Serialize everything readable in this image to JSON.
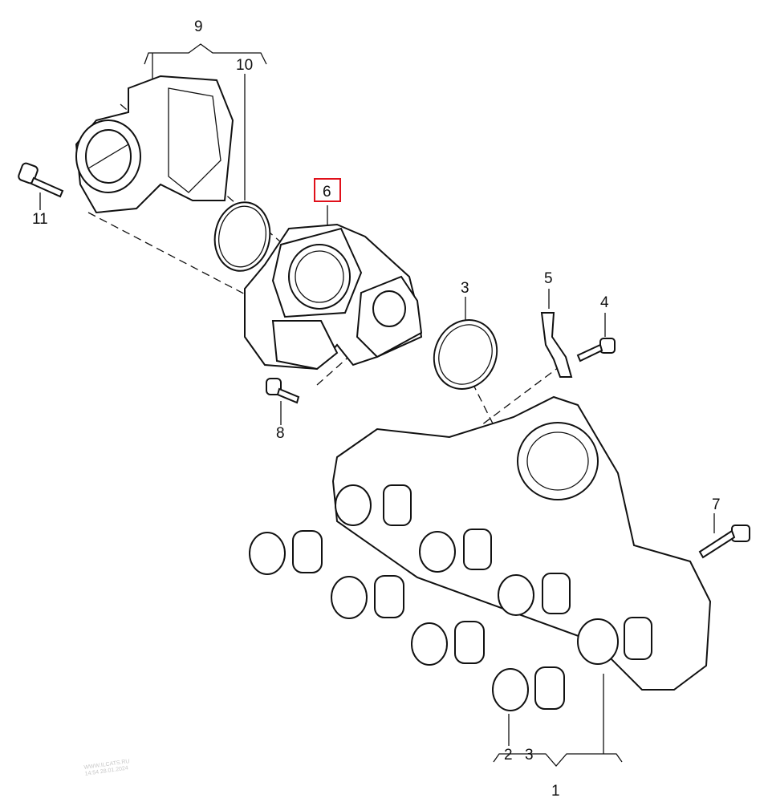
{
  "diagram": {
    "callouts": [
      {
        "id": "9",
        "label": "9"
      },
      {
        "id": "10",
        "label": "10"
      },
      {
        "id": "11",
        "label": "11"
      },
      {
        "id": "6",
        "label": "6",
        "highlighted": true
      },
      {
        "id": "5",
        "label": "5"
      },
      {
        "id": "4",
        "label": "4"
      },
      {
        "id": "3",
        "label": "3"
      },
      {
        "id": "8",
        "label": "8"
      },
      {
        "id": "7",
        "label": "7"
      },
      {
        "id": "2b",
        "label": "2"
      },
      {
        "id": "3b",
        "label": "3"
      },
      {
        "id": "1",
        "label": "1"
      }
    ],
    "highlight_color": "#e0101a",
    "watermark": [
      "WWW.ILCATS.RU",
      "14:54 28.01.2024"
    ]
  }
}
